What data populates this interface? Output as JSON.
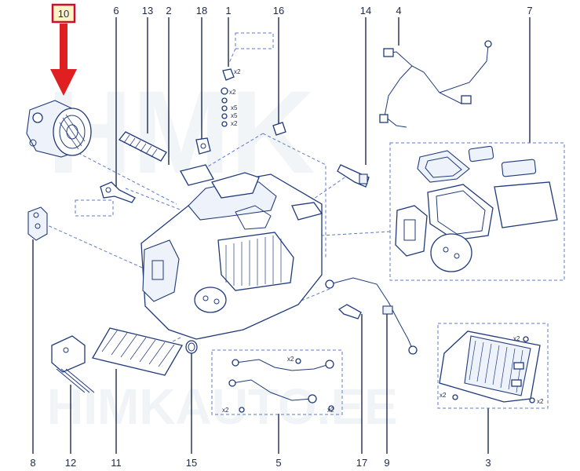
{
  "diagram": {
    "callouts": [
      {
        "id": "c10",
        "text": "10",
        "highlighted": true
      },
      {
        "id": "c6",
        "text": "6"
      },
      {
        "id": "c13",
        "text": "13"
      },
      {
        "id": "c2",
        "text": "2"
      },
      {
        "id": "c18",
        "text": "18"
      },
      {
        "id": "c1",
        "text": "1"
      },
      {
        "id": "c16",
        "text": "16"
      },
      {
        "id": "c14",
        "text": "14"
      },
      {
        "id": "c4",
        "text": "4"
      },
      {
        "id": "c7",
        "text": "7"
      },
      {
        "id": "c8",
        "text": "8"
      },
      {
        "id": "c12",
        "text": "12"
      },
      {
        "id": "c11",
        "text": "11"
      },
      {
        "id": "c15",
        "text": "15"
      },
      {
        "id": "c5",
        "text": "5"
      },
      {
        "id": "c17",
        "text": "17"
      },
      {
        "id": "c9",
        "text": "9"
      },
      {
        "id": "c3",
        "text": "3"
      }
    ],
    "quantities": {
      "screw_pack": [
        "x2",
        "x2",
        "x5",
        "x5",
        "x2"
      ],
      "pipe_set": [
        "x2",
        "x2",
        "x2"
      ],
      "heater_core": [
        "x2",
        "x2",
        "x2"
      ]
    },
    "watermark_top": "HMK",
    "watermark_bottom": "HIMKAUTO.EE"
  },
  "colors": {
    "highlight_box": "#c8102e",
    "highlight_fill": "#fdf3c4",
    "arrow": "#e02020",
    "line_art": "#1f3a7a",
    "dashed": "#5b7bd0",
    "label": "#1e2a4a"
  }
}
